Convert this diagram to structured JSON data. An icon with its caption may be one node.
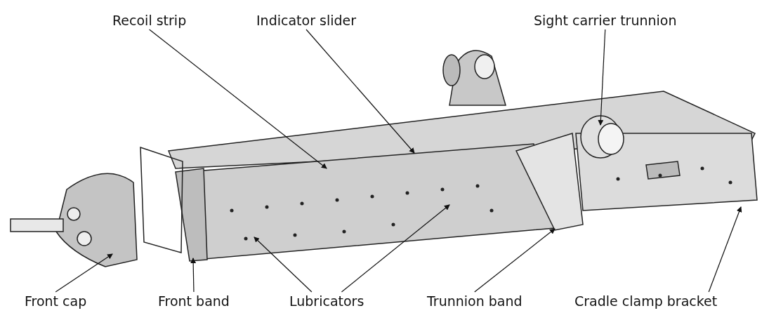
{
  "diagram": {
    "nodes": [
      {
        "text": [
          "Recoil strip"
        ]
      },
      {
        "text": [
          "Indicator slider"
        ]
      },
      {
        "text": [
          "Sight carrier trunnion"
        ]
      },
      {
        "text": [
          "Front cap"
        ]
      },
      {
        "text": [
          "Front band"
        ]
      },
      {
        "text": [
          "Lubricators"
        ]
      },
      {
        "text": [
          "Trunnion band"
        ]
      },
      {
        "text": [
          "Cradle clamp bracket"
        ]
      }
    ],
    "edges": [
      {
        "from": 0,
        "to": null,
        "arrow": "to"
      },
      {
        "from": 1,
        "to": null,
        "arrow": "to"
      },
      {
        "from": 2,
        "to": null,
        "arrow": "to"
      },
      {
        "from": 3,
        "to": null,
        "arrow": "to"
      },
      {
        "from": 4,
        "to": null,
        "arrow": "to"
      },
      {
        "from": 5,
        "to": null,
        "arrow": "to"
      },
      {
        "from": 5,
        "to": null,
        "arrow": "to"
      },
      {
        "from": 6,
        "to": null,
        "arrow": "to"
      },
      {
        "from": 7,
        "to": null,
        "arrow": "to"
      }
    ]
  }
}
